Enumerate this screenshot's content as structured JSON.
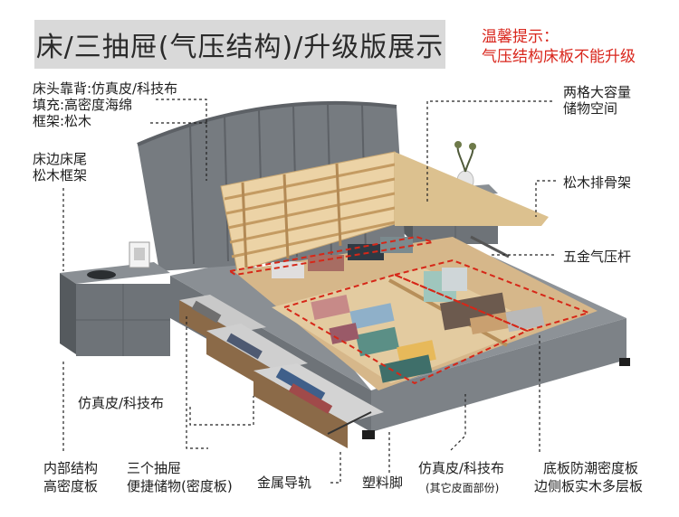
{
  "title": "床/三抽屉(气压结构)/升级版展示",
  "tip": {
    "line1": "温馨提示：",
    "line2": "气压结构床板不能升级"
  },
  "labels": {
    "headboard_1": "床头靠背:仿真皮/科技布",
    "headboard_2": "填充:高密度海绵",
    "headboard_3": "框架:松木",
    "side_1": "床边床尾",
    "side_2": "松木框架",
    "storage_1": "两格大容量",
    "storage_2": "储物空间",
    "slats": "松木排骨架",
    "gas": "五金气压杆",
    "leather_left": "仿真皮/科技布",
    "inner_1": "内部结构",
    "inner_2": "高密度板",
    "drawers_1": "三个抽屉",
    "drawers_2": "便捷储物(密度板)",
    "rail": "金属导轨",
    "foot": "塑料脚",
    "leather_bottom_1": "仿真皮/科技布",
    "leather_bottom_2": "(其它皮面部份)",
    "board_1": "底板防潮密度板",
    "board_2": "边侧板实木多层板"
  },
  "colors": {
    "title_bg": "#d9d9d9",
    "tip_red": "#d9261c",
    "leather": "#6e7378",
    "wood": "#e8cfa0",
    "highlight_dash": "#d62718"
  },
  "icons": [
    "bed-illustration",
    "nightstand",
    "lamp",
    "vase",
    "picture-frame"
  ]
}
